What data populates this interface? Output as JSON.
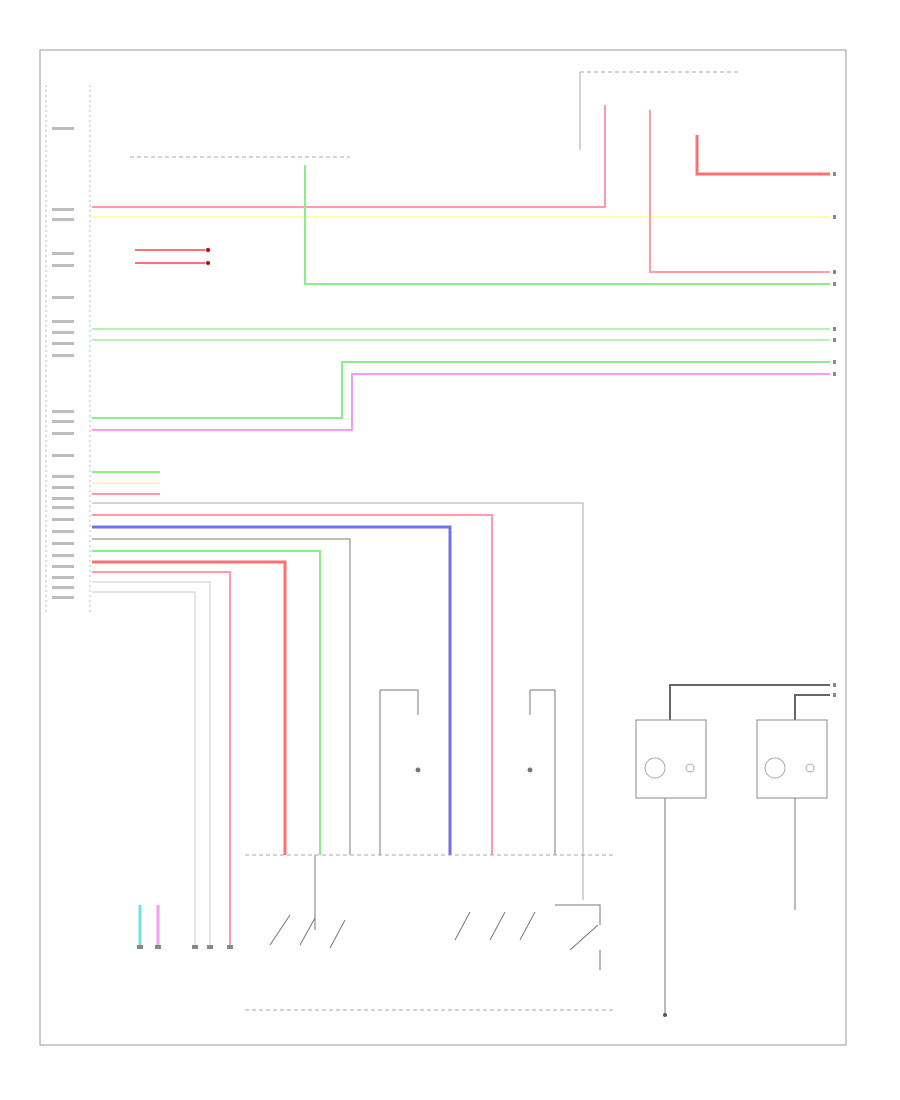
{
  "diagram": {
    "title_labels": [],
    "wires": [
      {
        "id": "pink-top",
        "color": "#ff9aa8"
      },
      {
        "id": "yellow",
        "color": "#ffffb0"
      },
      {
        "id": "red-heavy",
        "color": "#ff7070"
      },
      {
        "id": "green",
        "color": "#88f088"
      },
      {
        "id": "light-green",
        "color": "#b8f0b8"
      },
      {
        "id": "magenta",
        "color": "#f29cf2"
      },
      {
        "id": "blue",
        "color": "#7070f0"
      },
      {
        "id": "cyan",
        "color": "#70e0e0"
      },
      {
        "id": "gray",
        "color": "#7a7a7a"
      },
      {
        "id": "dark",
        "color": "#555555"
      }
    ]
  }
}
